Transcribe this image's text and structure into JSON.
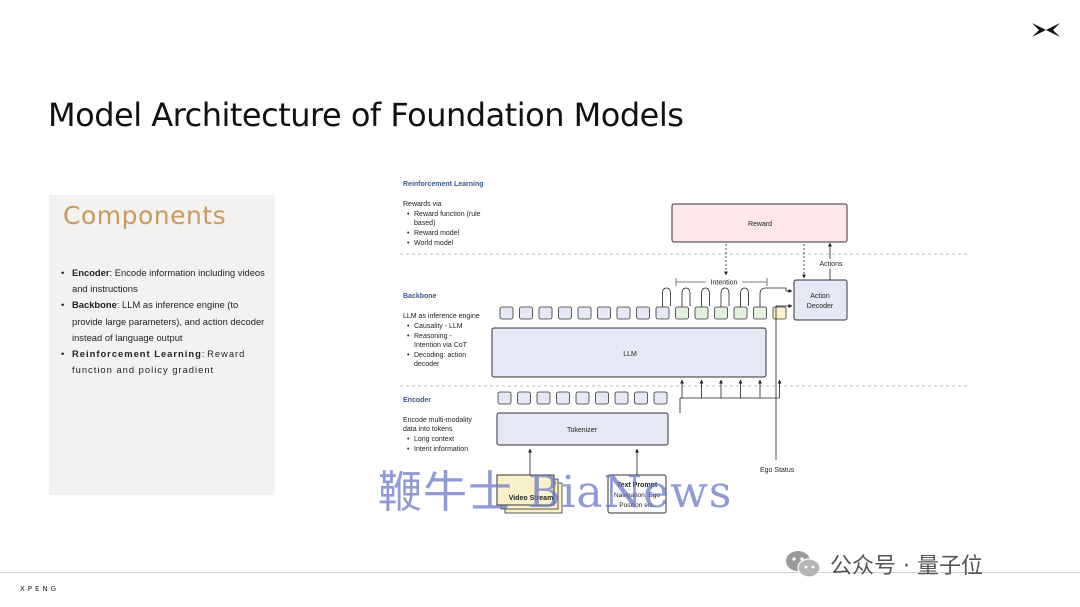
{
  "slide": {
    "title": "Model Architecture of Foundation Models",
    "brand_bottom": "XPENG"
  },
  "components": {
    "title": "Components",
    "items": [
      {
        "term": "Encoder",
        "sep": ": ",
        "desc": "Encode information including videos and instructions"
      },
      {
        "term": "Backbone",
        "sep": ": ",
        "desc": "LLM as inference engine (to provide large parameters), and action decoder instead of language output"
      },
      {
        "term": "Reinforcement Learning",
        "sep": ": ",
        "desc": "Reward function and policy gradient"
      }
    ]
  },
  "diagram": {
    "rl": {
      "heading": "Reinforcement Learning",
      "intro": "Rewards via",
      "bullets": [
        "Reward function (rule",
        "based)",
        "Reward model",
        "World model"
      ]
    },
    "backbone": {
      "heading": "Backbone",
      "intro": "LLM as inference engine",
      "bullets": [
        "Causality - LLM",
        "Reasoning -",
        "Intention via CoT",
        "Decoding: action",
        "decoder"
      ]
    },
    "encoder": {
      "heading": "Encoder",
      "intro_lines": [
        "Encode multi-modality",
        "data into tokens"
      ],
      "bullets": [
        "Long context",
        "Intent information"
      ]
    },
    "boxes": {
      "reward": "Reward",
      "llm": "LLM",
      "tokenizer": "Tokenizer",
      "action_decoder_1": "Action",
      "action_decoder_2": "Decoder",
      "video_stream": "Video Stream",
      "text_prompt_1": "Text Prompt",
      "text_prompt_2": "Navigation, Ego",
      "text_prompt_3": "Position etc."
    },
    "labels": {
      "intention": "Intention",
      "actions": "Actions",
      "ego_status": "Ego Status"
    }
  },
  "watermark": "鞭牛士 BiaNews",
  "wechat": {
    "text": "公众号 · 量子位",
    "icon": "wechat-icon"
  },
  "colors": {
    "accent": "#c89a5f",
    "heading_blue": "#3d5a8a",
    "reward_fill": "#fde7ea",
    "token_fill": "#e6e9f5",
    "token_green": "#e3f0dd",
    "token_yellow": "#fdf3c4",
    "video_fill": "#fbf1c8"
  }
}
